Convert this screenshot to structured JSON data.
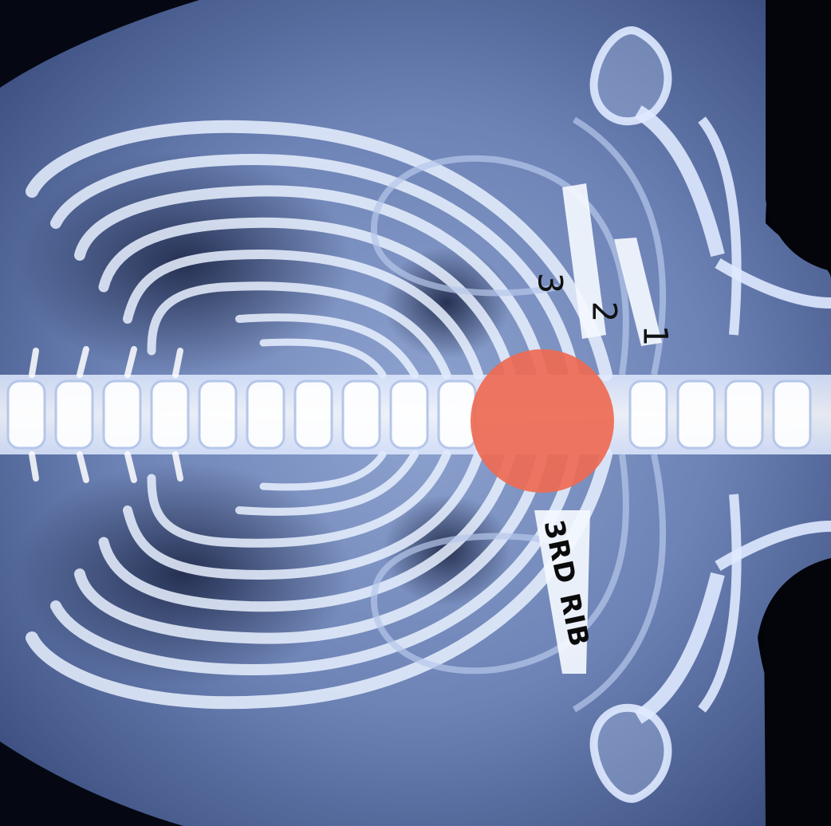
{
  "image": {
    "subject": "x-ray-ribcage-top-down",
    "colors": {
      "background": "#02040a",
      "body_fill": "#6f86b8",
      "bone": "#e9f1ff",
      "bone_shadow": "#9fb4db",
      "marker": "#ee6a52"
    }
  },
  "annotations": {
    "rib_numbers": [
      "1",
      "2",
      "3"
    ],
    "highlight_label": "3RD RIB"
  }
}
